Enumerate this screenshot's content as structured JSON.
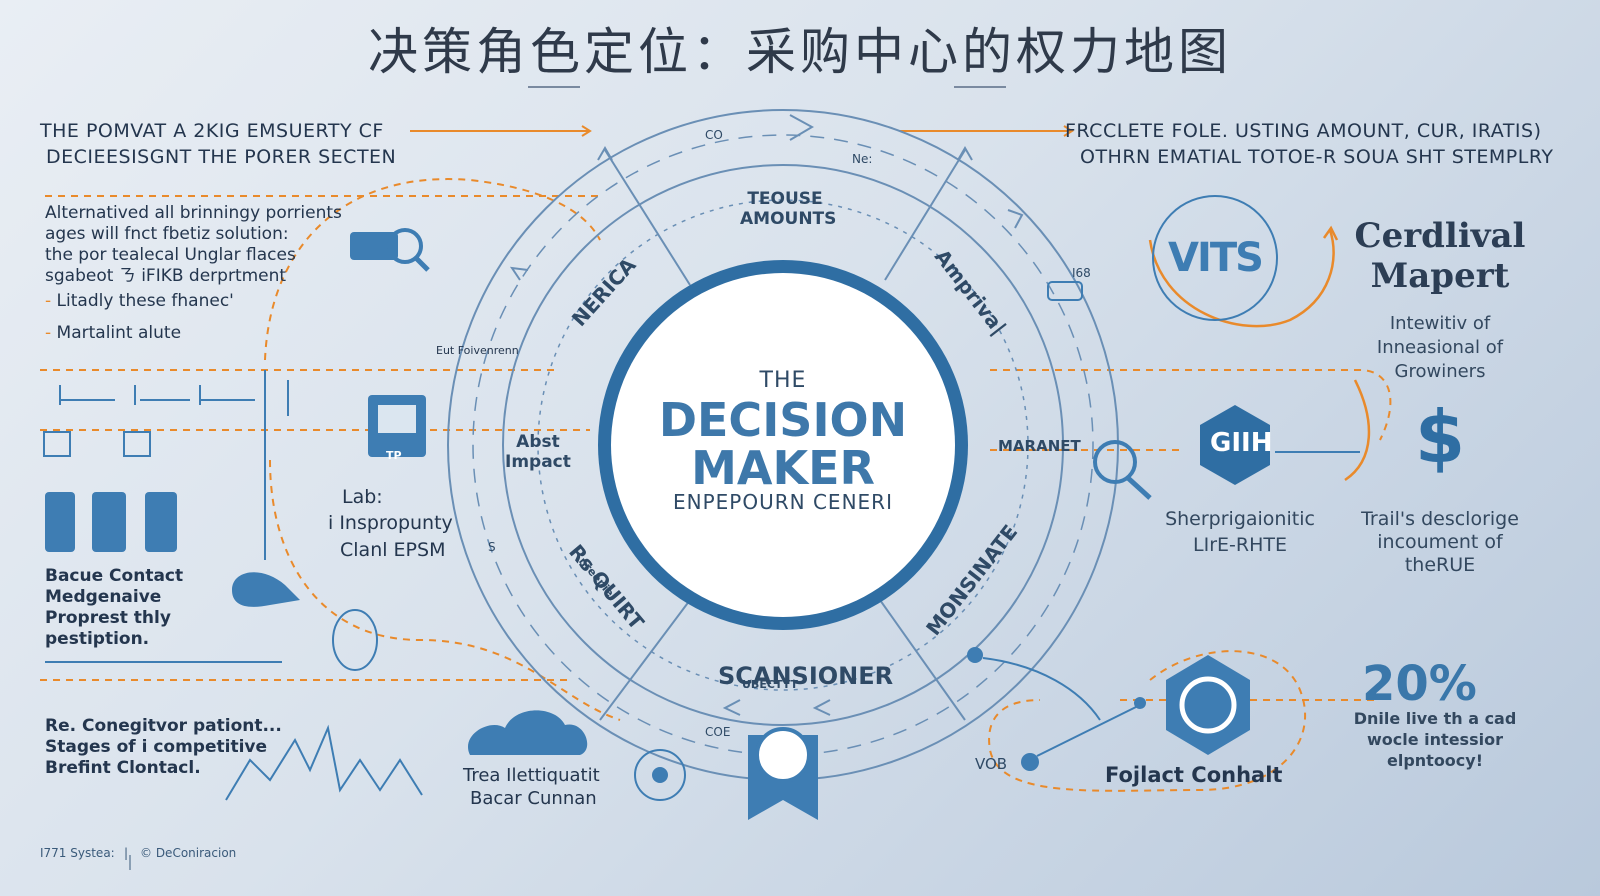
{
  "title": "决策角色定位：采购中心的权力地图",
  "left": {
    "header": [
      "THE POMVAT A 2KIG EMSUERTY CF",
      "DECIEESISGNT THE PORER SECTEN"
    ],
    "intro": [
      "Alternatived all brinningy porrients",
      "ages will fnct fbetiz solution:",
      "the por tealecal Unglar flaces",
      "sgabeot ㄋ iFIKB derprtment"
    ],
    "bullets": [
      "Litadly these fhanec'",
      "Martalint alute"
    ],
    "lab": [
      "Lab:",
      "i Inspropunty",
      "Clanl EPSM"
    ],
    "contact": [
      "Bacue Contact",
      "Medgenaive",
      "Proprest thly",
      "pestiption."
    ],
    "stages": [
      "Re. Conegitvor pationt...",
      "Stages of i competitive",
      "Brefint Clontacl."
    ],
    "cloud": [
      "Trea Ilettiquatit",
      "Bacar Cunnan"
    ],
    "small_label": "Eut Foivenrenn",
    "device_label": "TP"
  },
  "right": {
    "header": [
      "FRCCLETE FOLE. USTING AMOUNT, CUR, IRATIS)",
      "OTHRN EMATIAL TOTOE-R SOUA SHT STEMPLRY"
    ],
    "cardinal": [
      "Cerdlival",
      "Mapert"
    ],
    "cardinal_sub": [
      "Intewitiv of",
      "Inneasional of",
      "Growiners"
    ],
    "strategy": [
      "Sherprigaionitic",
      "LIrE-RHTE"
    ],
    "trail": [
      "Trail's desclorige",
      "incoument of",
      "theRUE"
    ],
    "percent": "20%",
    "percent_desc": [
      "Dnile live th a cad",
      "wocle intessior",
      "elpntoocy!"
    ],
    "contact": "Fojlact Conhalt",
    "vob": "VOB",
    "vitals": "VITS",
    "hex_label": "GIIH",
    "dollar": "$"
  },
  "ring": {
    "top": [
      "TEOUSE",
      "AMOUNTS"
    ],
    "nerica": "NERICA",
    "amprival": "Ampriva|",
    "abst": [
      "Abst",
      "Impact"
    ],
    "maranet": "MARANET",
    "repurit": "Rs QUIRT",
    "repurit_small": "nreeniel",
    "monsinate": "MONSINATE",
    "bottom": "SCANSIONER",
    "bottom_small": "UBECTTT",
    "labels_small": [
      "CO",
      "Ne:",
      "I68",
      "COE",
      "S"
    ]
  },
  "center": {
    "the": "THE",
    "line1": "DECISION",
    "line2": "MAKER",
    "sub": "ENPEPOURN CENERI"
  },
  "footer": {
    "left": "I771 Systea:",
    "sep": "|",
    "right": "© DeConiracion"
  },
  "colors": {
    "accent_blue": "#3e7db3",
    "accent_orange": "#e98a2b",
    "ring": "#6a8fb5"
  }
}
